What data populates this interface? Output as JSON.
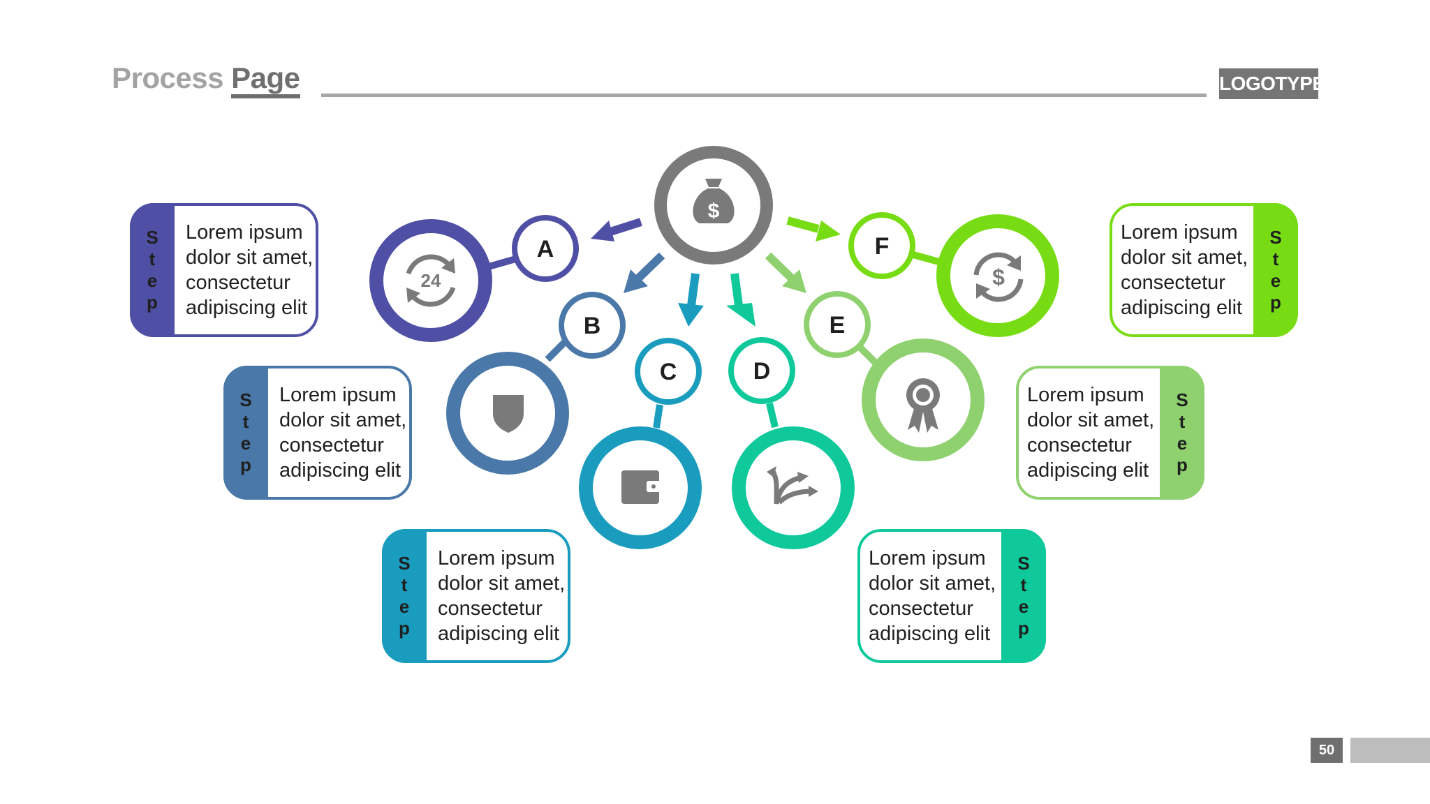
{
  "header": {
    "title_word1": "Process",
    "title_word2": "Page",
    "logo": "LOGOTYPE"
  },
  "center": {
    "icon": "money-bag-icon",
    "icon_text": "$",
    "color": "#7a7a7a"
  },
  "steps": [
    {
      "letter": "A",
      "icon": "24-hours-icon",
      "icon_text": "24",
      "color": "#4f4fa6"
    },
    {
      "letter": "B",
      "icon": "shield-icon",
      "color": "#4a78a8"
    },
    {
      "letter": "C",
      "icon": "wallet-icon",
      "color": "#1a9cbf"
    },
    {
      "letter": "D",
      "icon": "split-arrows-icon",
      "color": "#0fc99a"
    },
    {
      "letter": "E",
      "icon": "award-badge-icon",
      "color": "#8fd16f"
    },
    {
      "letter": "F",
      "icon": "dollar-refresh-icon",
      "icon_text": "$",
      "color": "#78dc14"
    }
  ],
  "boxes": [
    {
      "tab": [
        "S",
        "t",
        "e",
        "p"
      ],
      "lines": [
        "Lorem ipsum",
        "dolor sit amet,",
        "consectetur",
        "adipiscing elit"
      ]
    },
    {
      "tab": [
        "S",
        "t",
        "e",
        "p"
      ],
      "lines": [
        "Lorem ipsum",
        "dolor sit amet,",
        "consectetur",
        "adipiscing elit"
      ]
    },
    {
      "tab": [
        "S",
        "t",
        "e",
        "p"
      ],
      "lines": [
        "Lorem ipsum",
        "dolor sit amet,",
        "consectetur",
        "adipiscing elit"
      ]
    },
    {
      "tab": [
        "S",
        "t",
        "e",
        "p"
      ],
      "lines": [
        "Lorem ipsum",
        "dolor sit amet,",
        "consectetur",
        "adipiscing elit"
      ]
    },
    {
      "tab": [
        "S",
        "t",
        "e",
        "p"
      ],
      "lines": [
        "Lorem ipsum",
        "dolor sit amet,",
        "consectetur",
        "adipiscing elit"
      ]
    },
    {
      "tab": [
        "S",
        "t",
        "e",
        "p"
      ],
      "lines": [
        "Lorem ipsum",
        "dolor sit amet,",
        "consectetur",
        "adipiscing elit"
      ]
    }
  ],
  "page_number": "50",
  "colors": {
    "title_light": "#a3a3a3",
    "title_dark": "#6f6f6f",
    "rule": "#a6a6a6",
    "logo_bg": "#757575"
  }
}
